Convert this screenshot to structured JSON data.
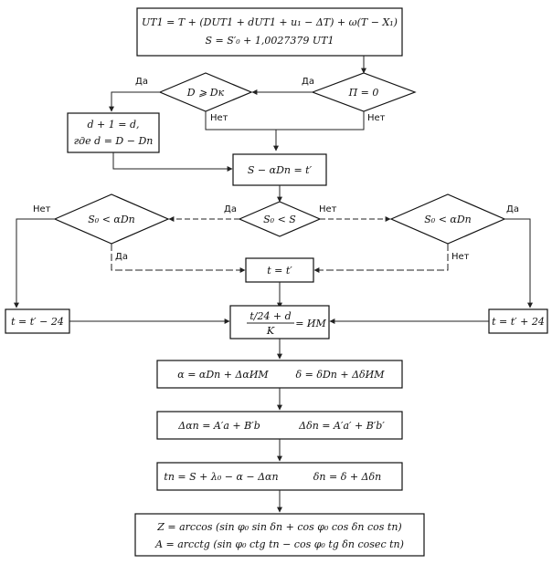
{
  "boxes": {
    "top_line1": "UT1 = T + (DUT1 + dUT1 + u₁ − ΔT) + ω(T − X₁)",
    "top_line2": "S = S′₀ + 1,0027379 UT1",
    "d_line1": "d + 1 = d,",
    "d_line2": "где d = D − Dп",
    "s_minus": "S − αDп = t′",
    "t_eq": "t = t′",
    "t_minus24": "t = t′ − 24",
    "t_plus24": "t = t′ + 24",
    "im_num": "t/24 + d",
    "im_den": "K",
    "im_rhs": "= ИМ",
    "alpha_left": "α = αDп + ΔαИМ",
    "alpha_right": "δ = δDп + ΔδИМ",
    "dalpha_left": "Δαп = A′a + B′b",
    "dalpha_right": "Δδп = A′a′ + B′b′",
    "tn_left": "tп = S + λ₀ − α − Δαп",
    "tn_right": "δп = δ + Δδп",
    "z_line": "Z = arccos (sin φ₀ sin δп + cos φ₀ cos δп cos tп)",
    "a_line": "A = arcctg (sin φ₀ ctg tп − cos φ₀ tg δп cosec tп)"
  },
  "diamonds": {
    "p0": "П = 0",
    "dk": "D ⩾ Dк",
    "s0s": "S₀ < S",
    "left": "S₀ < αDп",
    "right": "S₀ < αDп"
  },
  "labels": {
    "yes": "Да",
    "no": "Нет"
  }
}
